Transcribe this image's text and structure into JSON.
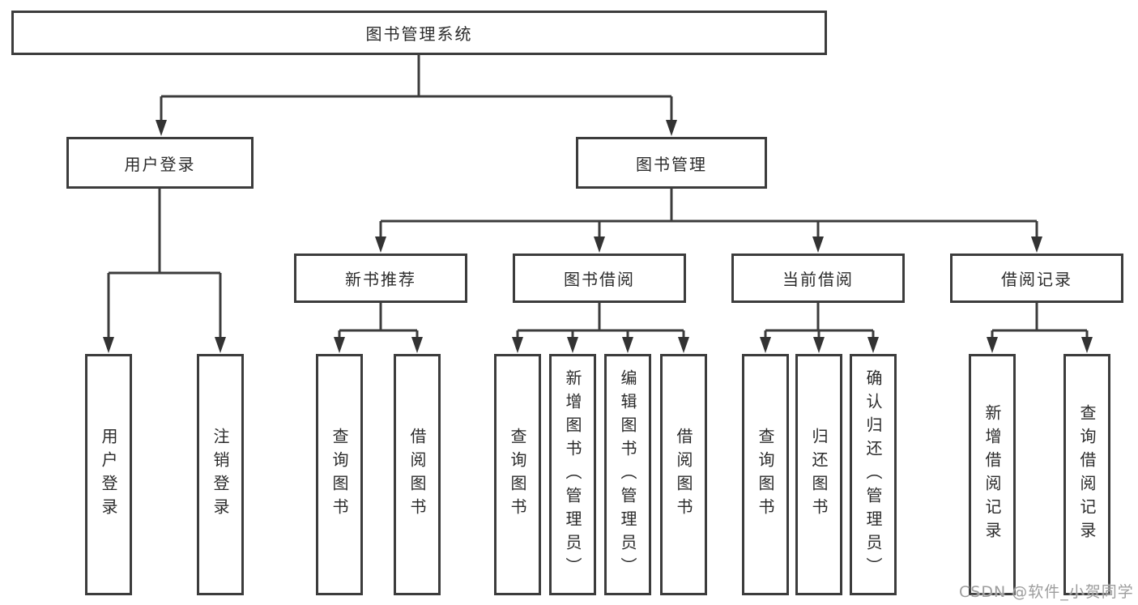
{
  "tree": {
    "root": {
      "label": "图书管理系统"
    },
    "login": {
      "label": "用户登录",
      "children": [
        {
          "label": "用户登录"
        },
        {
          "label": "注销登录"
        }
      ]
    },
    "manage": {
      "label": "图书管理",
      "sections": [
        {
          "label": "新书推荐",
          "children": [
            {
              "label": "查询图书"
            },
            {
              "label": "借阅图书"
            }
          ]
        },
        {
          "label": "图书借阅",
          "children": [
            {
              "label": "查询图书"
            },
            {
              "label": "新增图书（管理员）"
            },
            {
              "label": "编辑图书（管理员）"
            },
            {
              "label": "借阅图书"
            }
          ]
        },
        {
          "label": "当前借阅",
          "children": [
            {
              "label": "查询图书"
            },
            {
              "label": "归还图书"
            },
            {
              "label": "确认归还（管理员）"
            }
          ]
        },
        {
          "label": "借阅记录",
          "children": [
            {
              "label": "新增借阅记录"
            },
            {
              "label": "查询借阅记录"
            }
          ]
        }
      ]
    }
  },
  "watermark": {
    "text": "CSDN @软件_小贺同学"
  },
  "colors": {
    "line": "#3c3c3c",
    "arrow": "#333333",
    "text": "#2b2b2b",
    "background": "#ffffff",
    "watermark": "#9d9d9d"
  }
}
